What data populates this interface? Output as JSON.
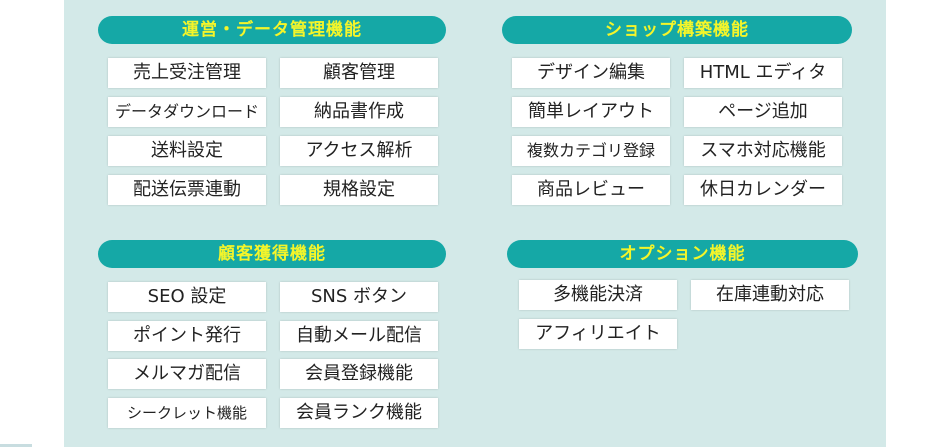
{
  "sections": {
    "operations": {
      "title": "運営・データ管理機能",
      "items": [
        "売上受注管理",
        "顧客管理",
        "データダウンロード",
        "納品書作成",
        "送料設定",
        "アクセス解析",
        "配送伝票連動",
        "規格設定"
      ]
    },
    "shop": {
      "title": "ショップ構築機能",
      "items": [
        "デザイン編集",
        "HTML エディタ",
        "簡単レイアウト",
        "ページ追加",
        "複数カテゴリ登録",
        "スマホ対応機能",
        "商品レビュー",
        "休日カレンダー"
      ]
    },
    "customer": {
      "title": "顧客獲得機能",
      "items": [
        "SEO 設定",
        "SNS ボタン",
        "ポイント発行",
        "自動メール配信",
        "メルマガ配信",
        "会員登録機能",
        "シークレット機能",
        "会員ランク機能"
      ]
    },
    "options": {
      "title": "オプション機能",
      "items": [
        "多機能決済",
        "在庫連動対応",
        "アフィリエイト"
      ]
    }
  },
  "colors": {
    "panel_bg": "#d3e9e8",
    "pill_bg": "#15a8a6",
    "pill_text": "#f4f52a",
    "card_bg": "#ffffff",
    "card_text": "#222222"
  }
}
